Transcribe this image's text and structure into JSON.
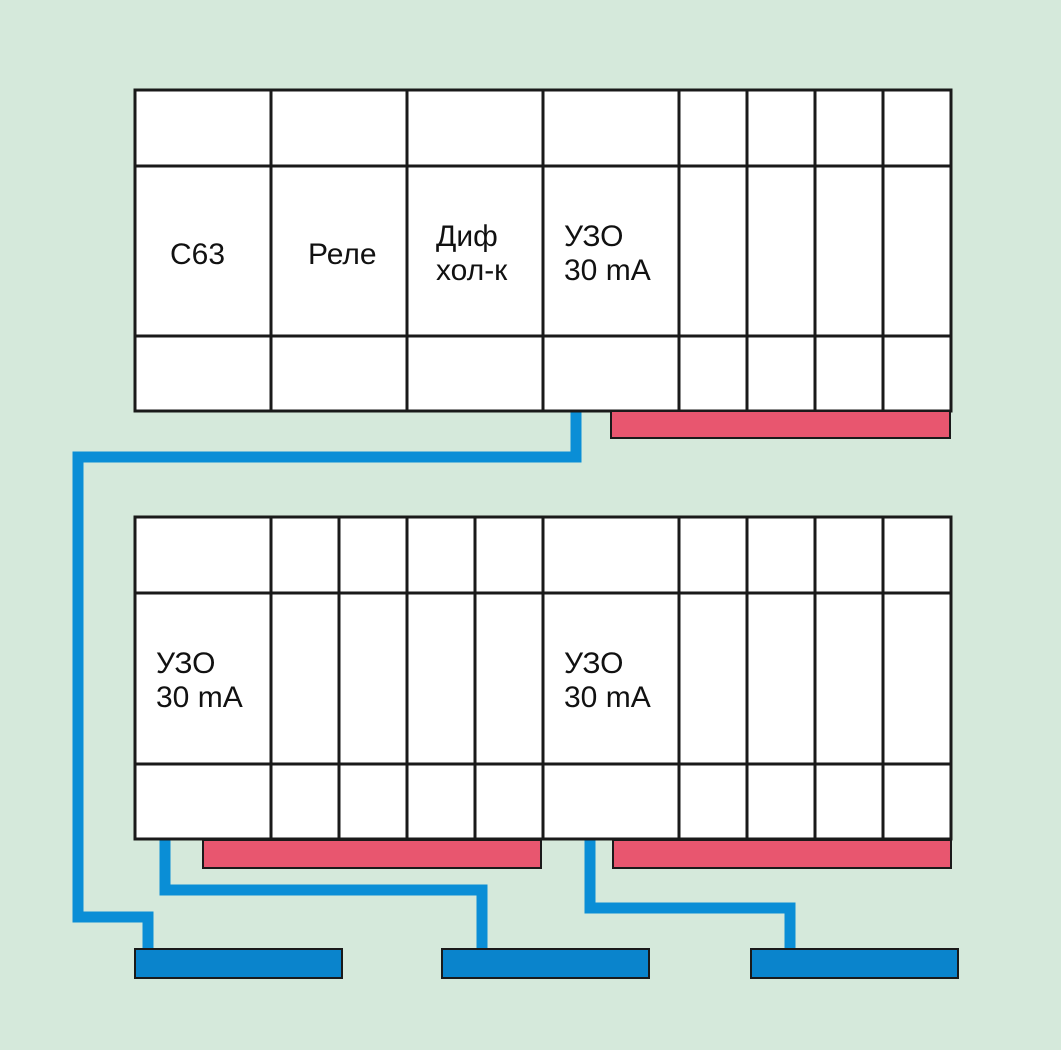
{
  "colors": {
    "background": "#d5e9db",
    "module_fill": "#ffffff",
    "module_border": "#1a1a1a",
    "neutral_bus": "#e8566f",
    "neutral_bus_border": "#1a1a1a",
    "wire": "#0a8ed6",
    "earth_bus": "#0a84cc"
  },
  "panel_top": {
    "modules": [
      {
        "label": "C63"
      },
      {
        "label": "Реле"
      },
      {
        "label": "Диф\nхол-к"
      },
      {
        "label": "УЗО\n30 mA"
      }
    ]
  },
  "panel_bottom": {
    "modules": [
      {
        "label": "УЗО\n30 mA"
      },
      {
        "label": "УЗО\n30 mA"
      }
    ]
  }
}
